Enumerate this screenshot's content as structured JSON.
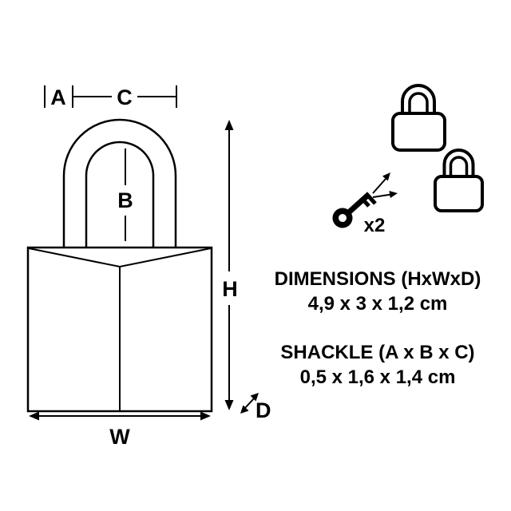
{
  "diagram": {
    "dimension_labels": {
      "a": "A",
      "b": "B",
      "c": "C",
      "h": "H",
      "w": "W",
      "d": "D"
    },
    "key": {
      "count_label": "x2"
    },
    "specs": [
      {
        "title": "DIMENSIONS (HxWxD)",
        "value": "4,9 x 3 x 1,2 cm"
      },
      {
        "title": "SHACKLE (A x B x C)",
        "value": "0,5 x 1,6 x 1,4 cm"
      }
    ],
    "colors": {
      "line": "#000000",
      "background": "#ffffff"
    }
  }
}
